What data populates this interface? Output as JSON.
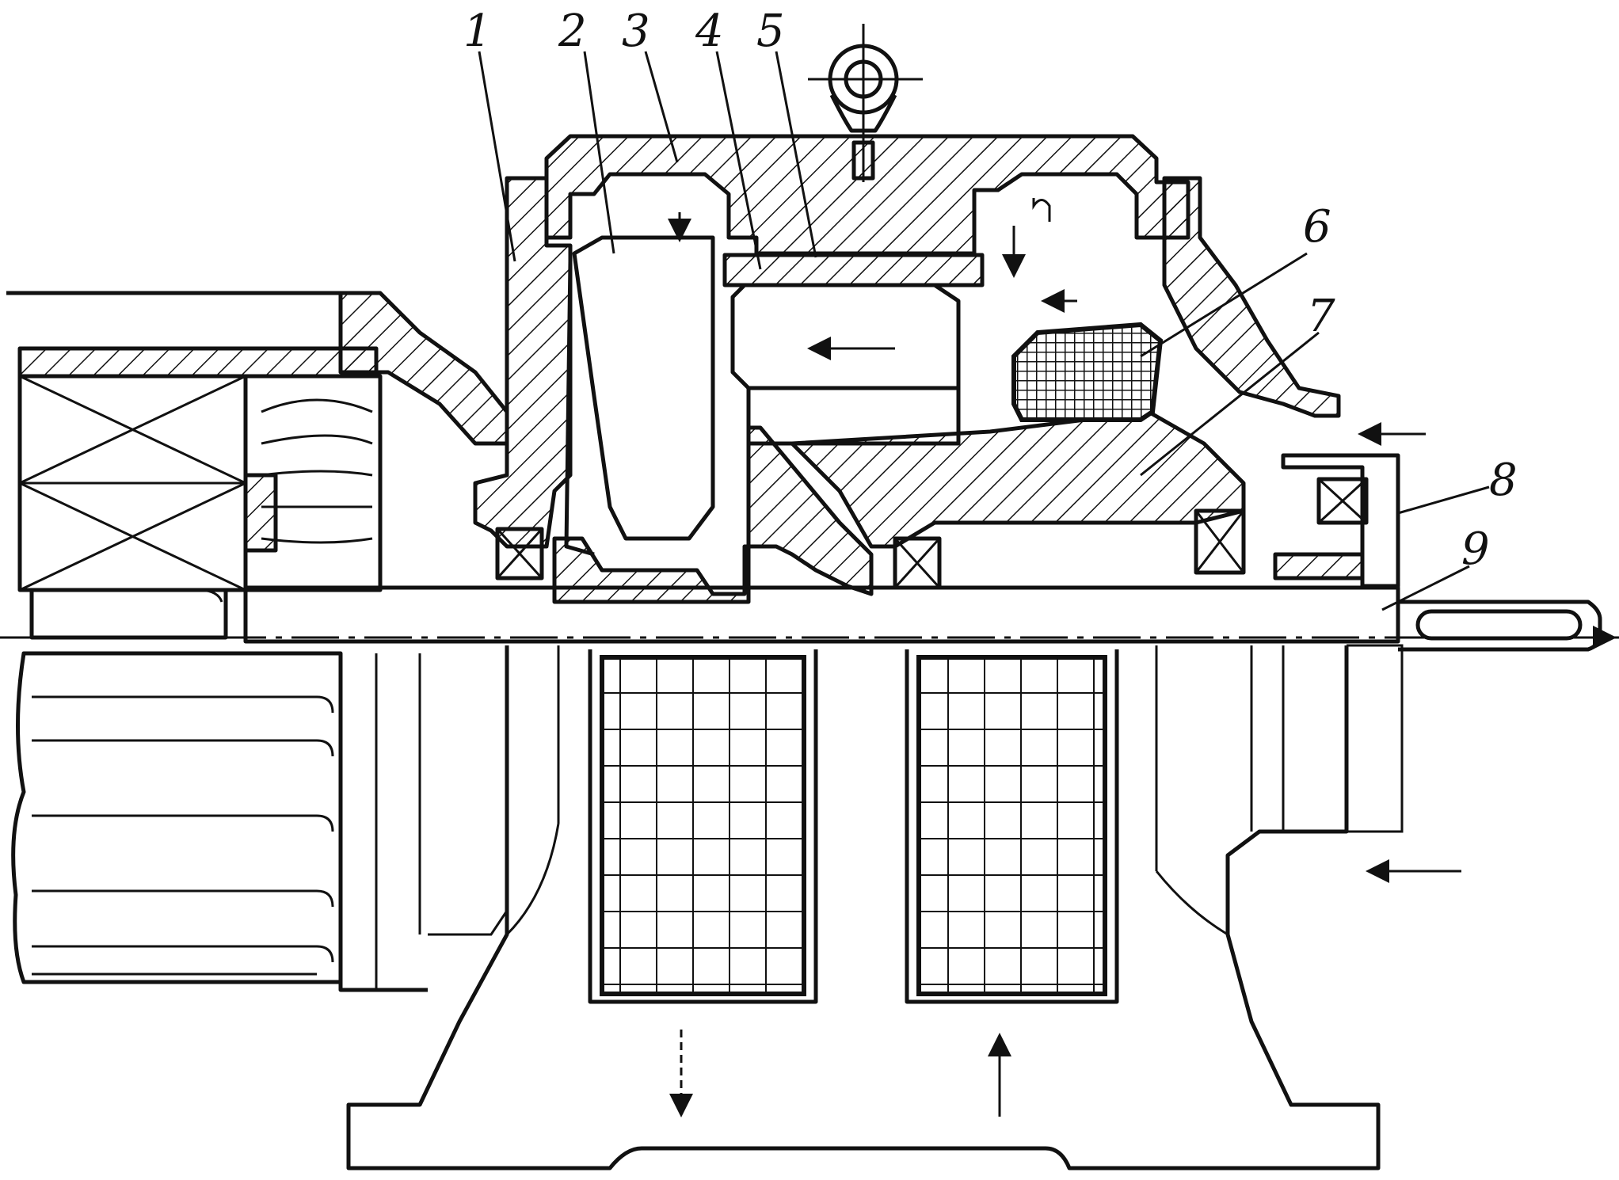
{
  "labels": [
    "1",
    "2",
    "3",
    "4",
    "5",
    "6",
    "7",
    "8",
    "9"
  ],
  "colors": {
    "ink": "#111111",
    "paper": "#ffffff"
  }
}
